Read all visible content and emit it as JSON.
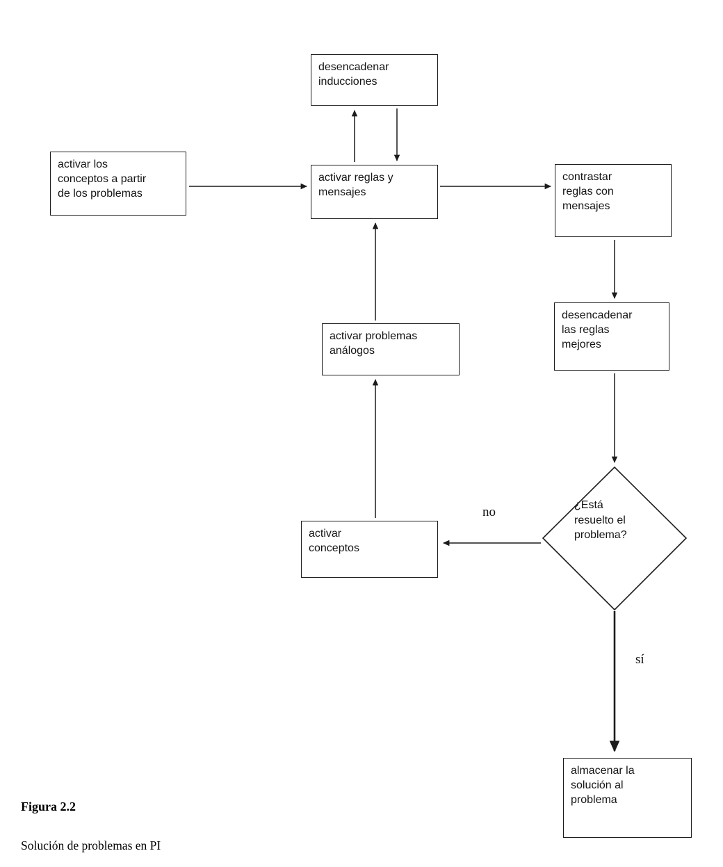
{
  "figure": {
    "caption_title": "Figura 2.2",
    "caption_subtitle": "Solución de problemas en PI"
  },
  "nodes": {
    "desencadenar_inducciones": "desencadenar\ninducciones",
    "activar_conceptos_problemas": "activar los\nconceptos a partir\nde los problemas",
    "activar_reglas_mensajes": "activar reglas y\nmensajes",
    "contrastar_reglas_mensajes": "contrastar\nreglas con\nmensajes",
    "desencadenar_reglas_mejores": "desencadenar\nlas reglas\nmejores",
    "activar_problemas_analogos": "activar problemas\nanálogos",
    "activar_conceptos": "activar\nconceptos",
    "decision_problema_resuelto": "¿Está\nresuelto el\nproblema?",
    "almacenar_solucion": "almacenar la\nsolución al\nproblema"
  },
  "edge_labels": {
    "no": "no",
    "si": "sí"
  },
  "edges": [
    {
      "from": "activar_conceptos_problemas",
      "to": "activar_reglas_mensajes"
    },
    {
      "from": "activar_reglas_mensajes",
      "to": "desencadenar_inducciones"
    },
    {
      "from": "desencadenar_inducciones",
      "to": "activar_reglas_mensajes"
    },
    {
      "from": "activar_reglas_mensajes",
      "to": "contrastar_reglas_mensajes"
    },
    {
      "from": "contrastar_reglas_mensajes",
      "to": "desencadenar_reglas_mejores"
    },
    {
      "from": "desencadenar_reglas_mejores",
      "to": "decision_problema_resuelto"
    },
    {
      "from": "decision_problema_resuelto",
      "to": "activar_conceptos",
      "label": "no"
    },
    {
      "from": "activar_conceptos",
      "to": "activar_problemas_analogos"
    },
    {
      "from": "activar_problemas_analogos",
      "to": "activar_reglas_mensajes"
    },
    {
      "from": "decision_problema_resuelto",
      "to": "almacenar_solucion",
      "label": "sí"
    }
  ]
}
